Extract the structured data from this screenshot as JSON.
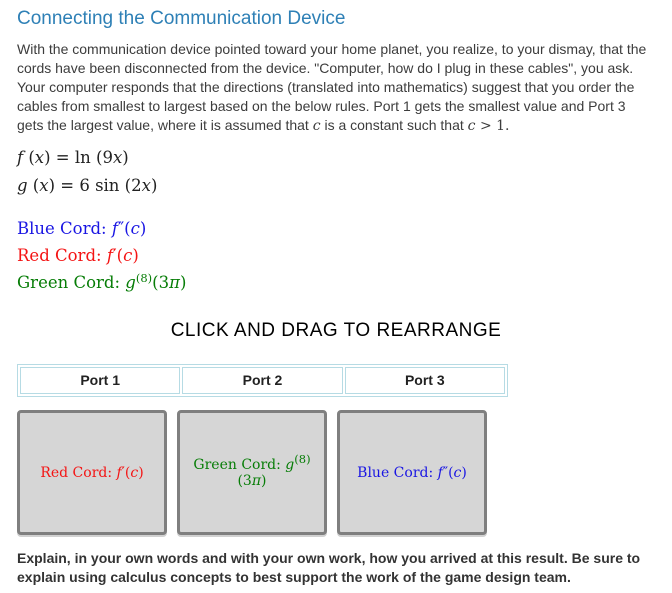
{
  "title": "Connecting the Communication Device",
  "intro": {
    "part1": "With the communication device pointed toward your home planet, you realize, to your dismay, that the cords have been disconnected from the device. \"Computer, how do I plug in these cables\", you ask. Your computer responds that the directions (translated into mathematics) suggest that you order the cables from smallest to largest based on the below rules. Port 1 gets the smallest value and Port 3 gets the largest value, where it is assumed that ",
    "var1": "c",
    "part2": " is a constant such that ",
    "var2": "c",
    "part3": " > 1."
  },
  "math": {
    "f": {
      "v1": "f",
      "p1": " (",
      "v2": "x",
      "p2": ") = ",
      "fn": "ln",
      "p3": " (9",
      "v3": "x",
      "p4": ")"
    },
    "g": {
      "v1": "g",
      "p1": " (",
      "v2": "x",
      "p2": ") = 6 ",
      "fn": "sin",
      "p3": " (2",
      "v3": "x",
      "p4": ")"
    }
  },
  "cords": {
    "blue": {
      "label": "Blue Cord: ",
      "v": "f",
      "sup": "″",
      "p1": "(",
      "a": "c",
      "p2": ")",
      "color": "#1a16e3"
    },
    "red": {
      "label": "Red Cord: ",
      "v": "f",
      "sup": "′",
      "p1": "(",
      "a": "c",
      "p2": ")",
      "color": "#f41414"
    },
    "green": {
      "label": "Green Cord: ",
      "v": "g",
      "sup": "(8)",
      "p1": "(3",
      "a": "π",
      "p2": ")",
      "color": "#077d07"
    }
  },
  "drag_hint": "CLICK AND DRAG TO REARRANGE",
  "ports": {
    "headers": [
      "Port 1",
      "Port 2",
      "Port 3"
    ]
  },
  "slots_order": [
    "red",
    "green",
    "blue"
  ],
  "footer": "Explain, in your own words and with your own work, how you arrived at this result. Be sure to explain using calculus concepts to best support the work of the game design team.",
  "colors": {
    "title": "#2e80b6",
    "table_border": "#b6dbe4",
    "box_border": "#7f7f7f",
    "box_bg": "#d6d6d6",
    "body_text": "#3c3c3c"
  }
}
